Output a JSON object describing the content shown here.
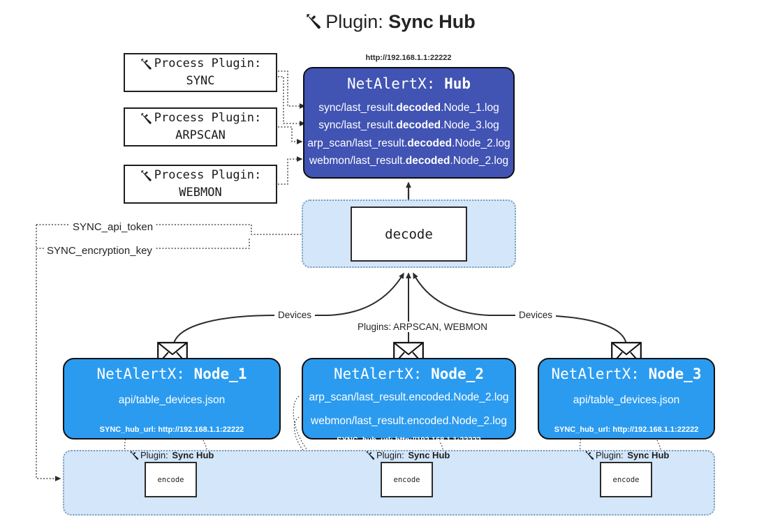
{
  "title": {
    "icon": "plug-icon",
    "prefix": "Plugin:",
    "name": "Sync Hub"
  },
  "process_plugins": [
    {
      "icon": "plug-icon",
      "line1": "Process Plugin:",
      "line2": "SYNC"
    },
    {
      "icon": "plug-icon",
      "line1": "Process Plugin:",
      "line2": "ARPSCAN"
    },
    {
      "icon": "plug-icon",
      "line1": "Process Plugin:",
      "line2": "WEBMON"
    }
  ],
  "hub": {
    "url": "http://192.168.1.1:22222",
    "title_prefix": "NetAlertX:",
    "title_name": "Hub",
    "lines": [
      {
        "pre": "sync/last_result.",
        "bold": "decoded",
        "post": ".Node_1.log"
      },
      {
        "pre": "sync/last_result.",
        "bold": "decoded",
        "post": ".Node_3.log"
      },
      {
        "pre": "arp_scan/last_result.",
        "bold": "decoded",
        "post": ".Node_2.log"
      },
      {
        "pre": "webmon/last_result.",
        "bold": "decoded",
        "post": ".Node_2.log"
      }
    ]
  },
  "decode": {
    "label": "decode"
  },
  "params": {
    "api_token": "SYNC_api_token",
    "encryption_key": "SYNC_encryption_key"
  },
  "edge_labels": {
    "devices_left": "Devices",
    "devices_right": "Devices",
    "plugins_mid": "Plugins: ARPSCAN, WEBMON"
  },
  "nodes": [
    {
      "title_prefix": "NetAlertX:",
      "title_name": "Node_1",
      "lines": [
        "api/table_devices.json"
      ],
      "hub_url_label": "SYNC_hub_url: http://192.168.1.1:22222",
      "icon": "envelope-icon"
    },
    {
      "title_prefix": "NetAlertX:",
      "title_name": "Node_2",
      "lines": [
        "arp_scan/last_result.encoded.Node_2.log",
        "webmon/last_result.encoded.Node_2.log"
      ],
      "hub_url_label": "SYNC_hub_url: http://192.168.1.1:22222",
      "icon": "envelope-icon"
    },
    {
      "title_prefix": "NetAlertX:",
      "title_name": "Node_3",
      "lines": [
        "api/table_devices.json"
      ],
      "hub_url_label": "SYNC_hub_url: http://192.168.1.1:22222",
      "icon": "envelope-icon"
    }
  ],
  "plugin_boxes": [
    {
      "caption_prefix": "Plugin:",
      "caption_name": "Sync Hub",
      "encode_label": "encode",
      "icon": "plug-icon"
    },
    {
      "caption_prefix": "Plugin:",
      "caption_name": "Sync Hub",
      "encode_label": "encode",
      "icon": "plug-icon"
    },
    {
      "caption_prefix": "Plugin:",
      "caption_name": "Sync Hub",
      "encode_label": "encode",
      "icon": "plug-icon"
    }
  ],
  "colors": {
    "hub_fill": "#4153b3",
    "node_fill": "#2b9bf0",
    "group_fill": "#d3e6fa",
    "group_border": "#7d9bb5",
    "stroke": "#2c2c2c",
    "page_bg": "#ffffff"
  }
}
